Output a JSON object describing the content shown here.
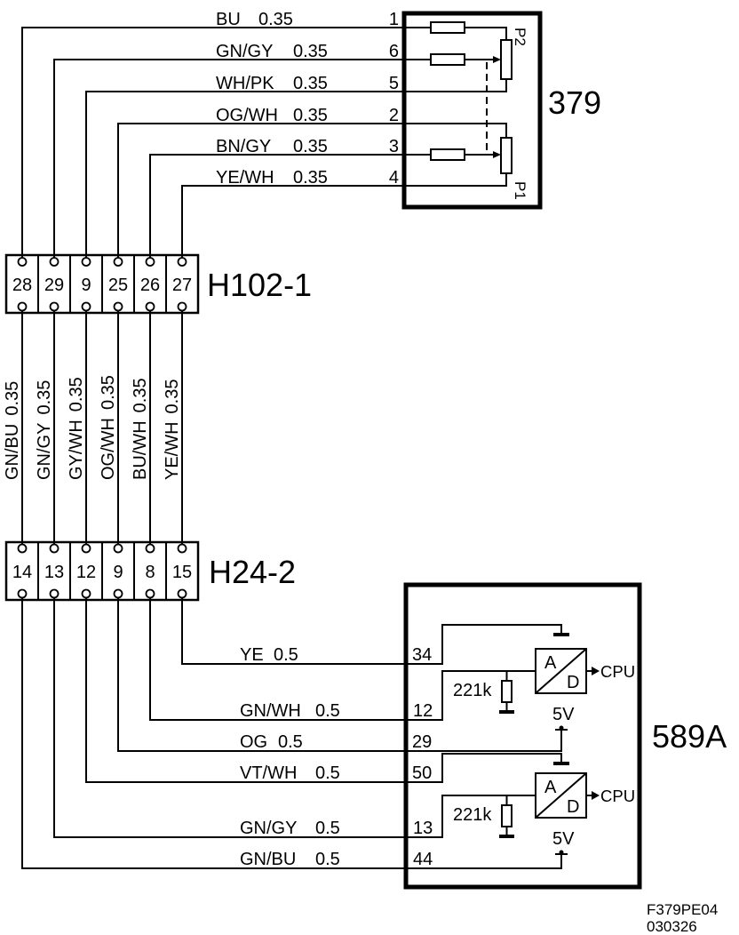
{
  "sensor": {
    "label": "379",
    "pot_p2": "P2",
    "pot_p1": "P1",
    "wires": [
      {
        "color": "BU",
        "gauge": "0.35",
        "pin": "1"
      },
      {
        "color": "GN/GY",
        "gauge": "0.35",
        "pin": "6"
      },
      {
        "color": "WH/PK",
        "gauge": "0.35",
        "pin": "5"
      },
      {
        "color": "OG/WH",
        "gauge": "0.35",
        "pin": "2"
      },
      {
        "color": "BN/GY",
        "gauge": "0.35",
        "pin": "3"
      },
      {
        "color": "YE/WH",
        "gauge": "0.35",
        "pin": "4"
      }
    ]
  },
  "connector_h102": {
    "label": "H102-1",
    "pins": [
      "28",
      "29",
      "9",
      "25",
      "26",
      "27"
    ]
  },
  "harness": [
    {
      "color": "GN/BU",
      "gauge": "0.35"
    },
    {
      "color": "GN/GY",
      "gauge": "0.35"
    },
    {
      "color": "GY/WH",
      "gauge": "0.35"
    },
    {
      "color": "OG/WH",
      "gauge": "0.35"
    },
    {
      "color": "BU/WH",
      "gauge": "0.35"
    },
    {
      "color": "YE/WH",
      "gauge": "0.35"
    }
  ],
  "connector_h24": {
    "label": "H24-2",
    "pins": [
      "14",
      "13",
      "12",
      "9",
      "8",
      "15"
    ]
  },
  "module": {
    "label": "589A",
    "wires": [
      {
        "color": "YE",
        "gauge": "0.5",
        "pin": "34"
      },
      {
        "color": "GN/WH",
        "gauge": "0.5",
        "pin": "12"
      },
      {
        "color": "OG",
        "gauge": "0.5",
        "pin": "29"
      },
      {
        "color": "VT/WH",
        "gauge": "0.5",
        "pin": "50"
      },
      {
        "color": "GN/GY",
        "gauge": "0.5",
        "pin": "13"
      },
      {
        "color": "GN/BU",
        "gauge": "0.5",
        "pin": "44"
      }
    ],
    "channels": [
      {
        "resistor": "221k",
        "converter_in": "A",
        "converter_out": "D",
        "output": "CPU",
        "supply": "5V"
      },
      {
        "resistor": "221k",
        "converter_in": "A",
        "converter_out": "D",
        "output": "CPU",
        "supply": "5V"
      }
    ]
  },
  "footer": {
    "drawing_id": "F379PE04",
    "date_code": "030326"
  }
}
